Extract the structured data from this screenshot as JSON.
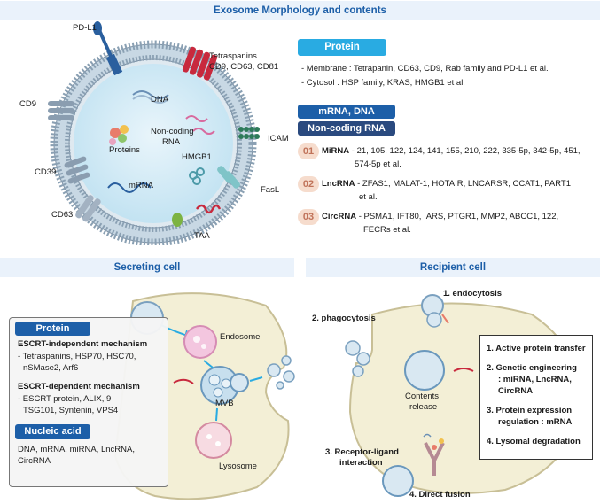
{
  "title": "Exosome Morphology and contents",
  "exosome_labels": {
    "pdl1": "PD-L1",
    "tetraspanins": "Tetraspanins",
    "tetraspanins_list": "CD9, CD63, CD81",
    "cd9": "CD9",
    "dna": "DNA",
    "noncoding1": "Non-coding",
    "noncoding2": "RNA",
    "proteins": "Proteins",
    "hmgb1": "HMGB1",
    "icam": "ICAM",
    "cd39": "CD39",
    "mrna": "mRNA",
    "fasl": "FasL",
    "cd63": "CD63",
    "taa": "TAA"
  },
  "protein_box": {
    "header": "Protein",
    "membrane": "- Membrane : Tetrapanin, CD63, CD9, Rab family and PD-L1 et al.",
    "cytosol": "- Cytosol : HSP family, KRAS, HMGB1 et al."
  },
  "mrna_dna_header": "mRNA, DNA",
  "noncoding_header": "Non-coding RNA",
  "rna_items": [
    {
      "num": "01",
      "name": "MiRNA",
      "line1": " - 21, 105, 122, 124, 141, 155, 210, 222, 335-5p, 342-5p, 451,",
      "line2": "574-5p et al."
    },
    {
      "num": "02",
      "name": "LncRNA",
      "line1": " - ZFAS1, MALAT-1, HOTAIR, LNCARSR, CCAT1, PART1",
      "line2": "et al."
    },
    {
      "num": "03",
      "name": "CircRNA",
      "line1": " - PSMA1,  IFT80, IARS, PTGR1, MMP2, ABCC1, 122,",
      "line2": "FECRs et al."
    }
  ],
  "secreting_title": "Secreting cell",
  "recipient_title": "Recipient cell",
  "secreting_box": {
    "protein_header": "Protein",
    "escrt_indep": "ESCRT-independent mechanism",
    "escrt_indep_items1": "- Tetraspanins, HSP70, HSC70,",
    "escrt_indep_items2": "nSMase2, Arf6",
    "escrt_dep": "ESCRT-dependent mechanism",
    "escrt_dep_items1": "- ESCRT protein, ALIX, 9",
    "escrt_dep_items2": "TSG101, Syntenin, VPS4",
    "nucleic_header": "Nucleic acid",
    "nucleic_items1": "DNA, mRNA, miRNA, LncRNA,",
    "nucleic_items2": "CircRNA"
  },
  "secreting_labels": {
    "endosome": "Endosome",
    "mvb": "MVB",
    "lysosome": "Lysosome"
  },
  "recipient_labels": {
    "endocytosis": "1. endocytosis",
    "phagocytosis": "2. phagocytosis",
    "receptor1": "3. Receptor-ligand",
    "receptor2": "interaction",
    "fusion": "4. Direct fusion",
    "contents1": "Contents",
    "contents2": "release"
  },
  "recipient_list": {
    "i1": "1.   Active protein transfer",
    "i2": "2.   Genetic engineering",
    "i2b": ": miRNA, LncRNA,",
    "i2c": "CircRNA",
    "i3": "3.   Protein expression",
    "i3b": "regulation : mRNA",
    "i4": "4.   Lysomal degradation"
  },
  "colors": {
    "blue_header": "#1d5fa8",
    "cyan": "#29abe2",
    "dark_navy": "#2a4a7f",
    "cell_fill": "#f3efd6"
  }
}
